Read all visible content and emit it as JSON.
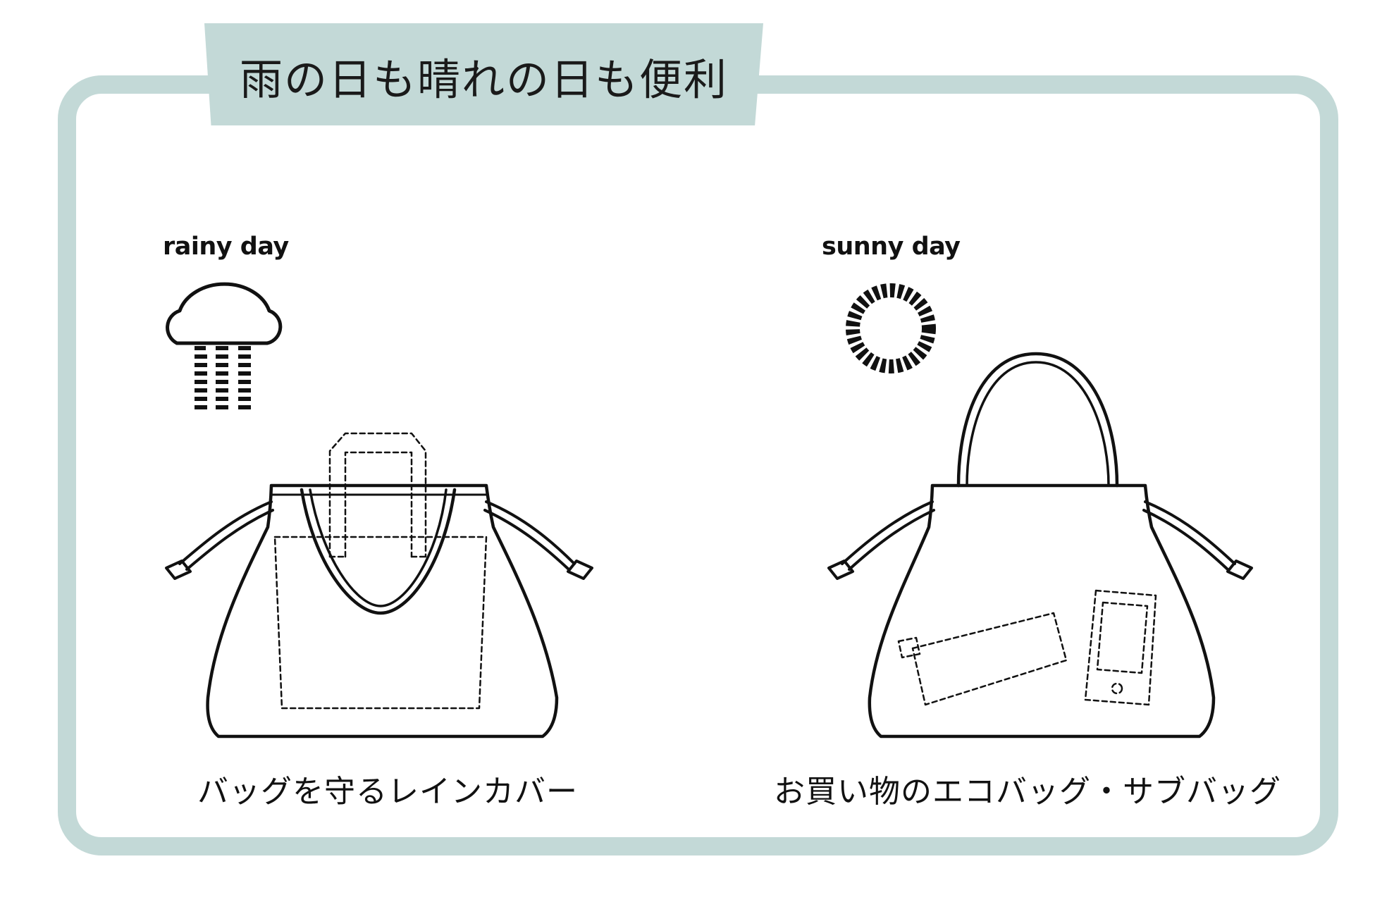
{
  "title": "雨の日も晴れの日も便利",
  "rainy": {
    "label": "rainy day",
    "caption": "バッグを守るレインカバー",
    "icon": "rain-cloud-icon"
  },
  "sunny": {
    "label": "sunny day",
    "caption": "お買い物のエコバッグ・サブバッグ",
    "icon": "sun-icon"
  },
  "colors": {
    "frame": "#c3d9d7",
    "line": "#111111",
    "background": "#ffffff"
  }
}
